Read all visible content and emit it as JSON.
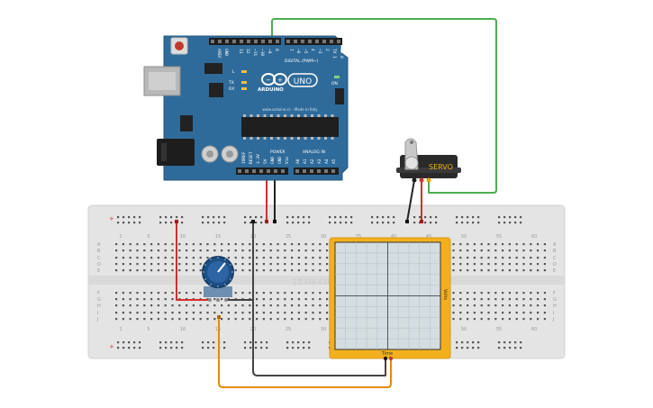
{
  "arduino": {
    "brand": "ARDUINO",
    "model": "UNO",
    "digital_header": "DIGITAL (PWM~)",
    "power_header": "POWER",
    "analog_header": "ANALOG IN",
    "on_label": "ON",
    "tx_label": "TX",
    "rx_label": "RX",
    "l_label": "L",
    "aref_label": "AREF",
    "gnd_label": "GND",
    "site_label": "www.arduino.cc - Made in Italy",
    "digital_pins": [
      "13",
      "12",
      "~11",
      "~10",
      "~9",
      "8",
      "7",
      "~6",
      "~5",
      "4",
      "~3",
      "2",
      "TX 1",
      "RX 0"
    ],
    "power_pins": [
      "IOREF",
      "RESET",
      "3.3V",
      "5V",
      "GND",
      "GND",
      "Vin"
    ],
    "analog_pins": [
      "A0",
      "A1",
      "A2",
      "A3",
      "A4",
      "A5"
    ]
  },
  "servo": {
    "label": "SERVO"
  },
  "oscilloscope": {
    "y_label": "Volts",
    "x_label": "Time"
  },
  "breadboard": {
    "watermark": "123D.CIRCUITS",
    "row_letters_top": [
      "A",
      "B",
      "C",
      "D",
      "E"
    ],
    "row_letters_bottom": [
      "F",
      "G",
      "H",
      "I",
      "J"
    ],
    "column_numbers": [
      "1",
      "5",
      "10",
      "15",
      "20",
      "25",
      "30",
      "35",
      "40",
      "45",
      "50",
      "55",
      "60"
    ]
  },
  "colors": {
    "board": "#2f6b9a",
    "wire_green": "#4caf50",
    "wire_red": "#d32f2f",
    "wire_black": "#222222",
    "wire_orange": "#e68a00",
    "scope_frame": "#f2b01e",
    "breadboard": "#e4e4e4"
  }
}
